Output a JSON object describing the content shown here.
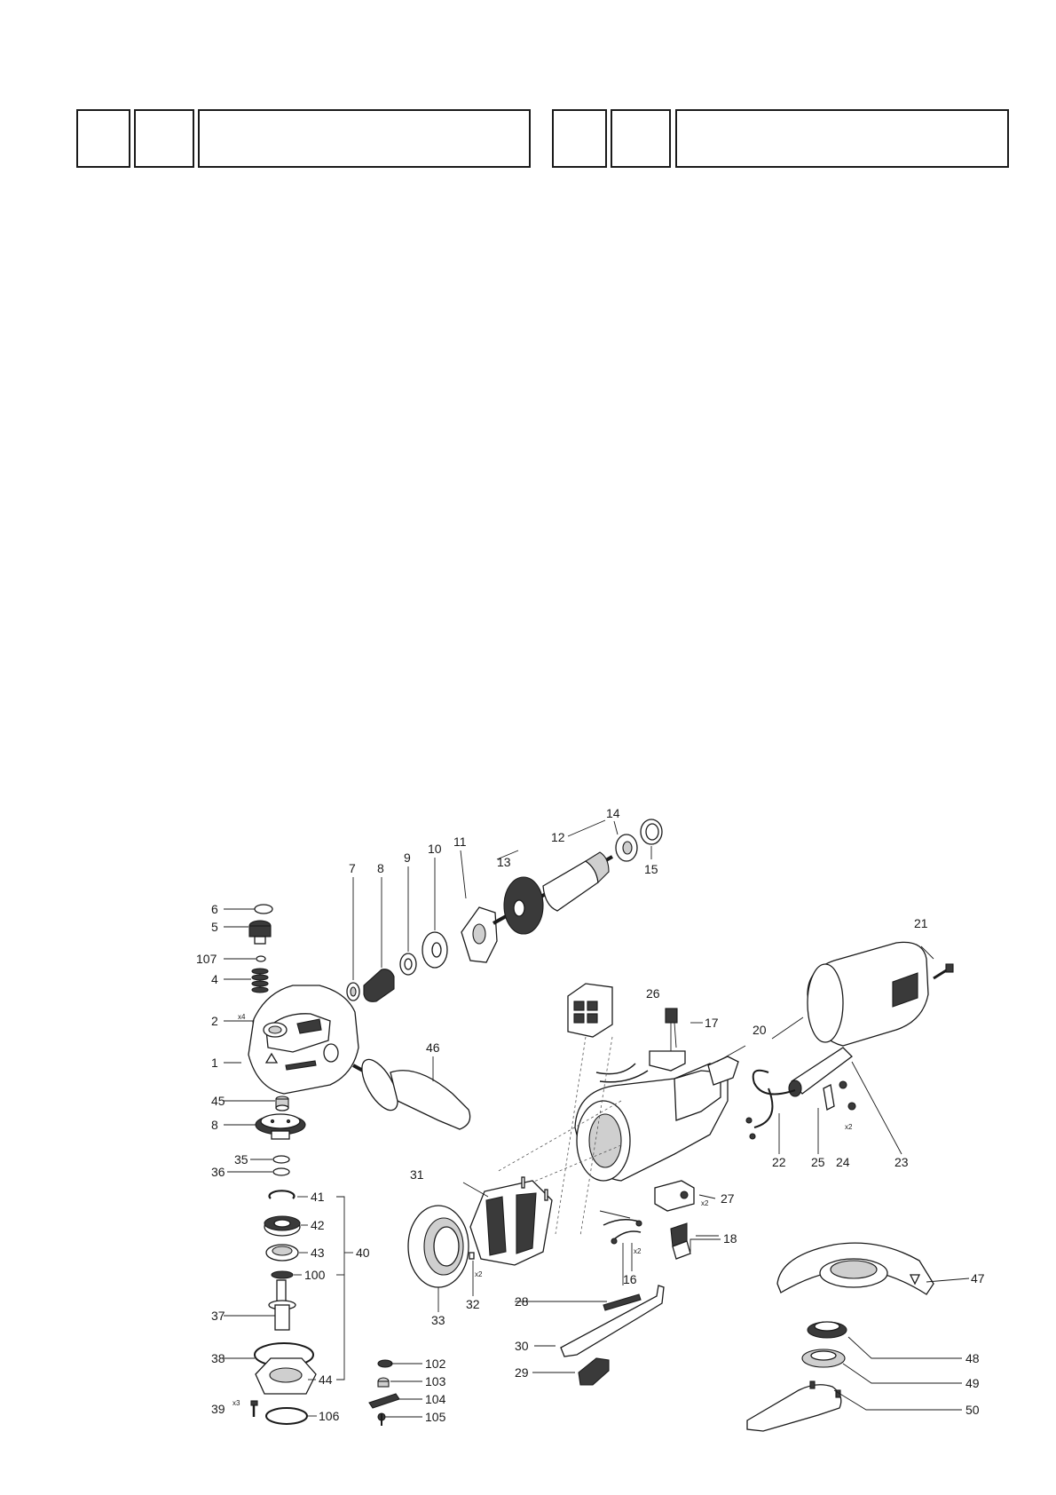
{
  "header": {
    "boxes": [
      "",
      "",
      "",
      "",
      "",
      ""
    ]
  },
  "parts": {
    "p1": "1",
    "p2": "2",
    "p4": "4",
    "p5": "5",
    "p6": "6",
    "p7": "7",
    "p8a": "8",
    "p8b": "8",
    "p9": "9",
    "p10": "10",
    "p11": "11",
    "p12": "12",
    "p13": "13",
    "p14": "14",
    "p15": "15",
    "p16": "16",
    "p17": "17",
    "p18": "18",
    "p20": "20",
    "p21": "21",
    "p22": "22",
    "p23": "23",
    "p24": "24",
    "p25": "25",
    "p26": "26",
    "p27": "27",
    "p28": "28",
    "p29": "29",
    "p30": "30",
    "p31": "31",
    "p32": "32",
    "p33": "33",
    "p35": "35",
    "p36": "36",
    "p37": "37",
    "p38": "38",
    "p39": "39",
    "p40": "40",
    "p41": "41",
    "p42": "42",
    "p43": "43",
    "p44": "44",
    "p45": "45",
    "p46": "46",
    "p47": "47",
    "p48": "48",
    "p49": "49",
    "p50": "50",
    "p100": "100",
    "p102": "102",
    "p103": "103",
    "p104": "104",
    "p105": "105",
    "p106": "106",
    "p107": "107"
  },
  "quantities": {
    "q2": "x4",
    "q39": "x3",
    "q24": "x2",
    "q27": "x2",
    "q16": "x2",
    "q32": "x2"
  }
}
